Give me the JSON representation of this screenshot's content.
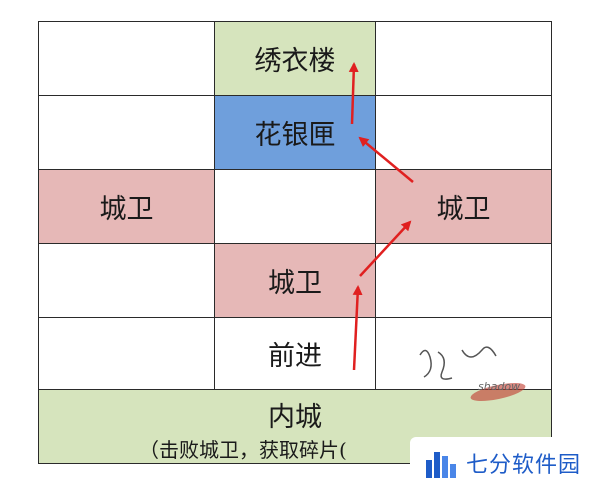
{
  "grid": {
    "row1": {
      "left": "",
      "center": "绣衣楼",
      "right": ""
    },
    "row2": {
      "left": "",
      "center": "花银匣",
      "right": ""
    },
    "row3": {
      "left": "城卫",
      "center": "",
      "right": "城卫"
    },
    "row4": {
      "left": "",
      "center": "城卫",
      "right": ""
    },
    "row5": {
      "left": "",
      "center": "前进",
      "right": ""
    }
  },
  "bottom": {
    "title": "内城",
    "subtitle": "（击败城卫，获取碎片("
  },
  "watermark": {
    "text": "shadow"
  },
  "badge": {
    "text": "七分软件园"
  },
  "colors": {
    "green": "#d6e4bd",
    "blue": "#6f9fdc",
    "pink": "#e6b8b7",
    "arrow": "#e02020",
    "badge_text": "#1e5cc8"
  }
}
